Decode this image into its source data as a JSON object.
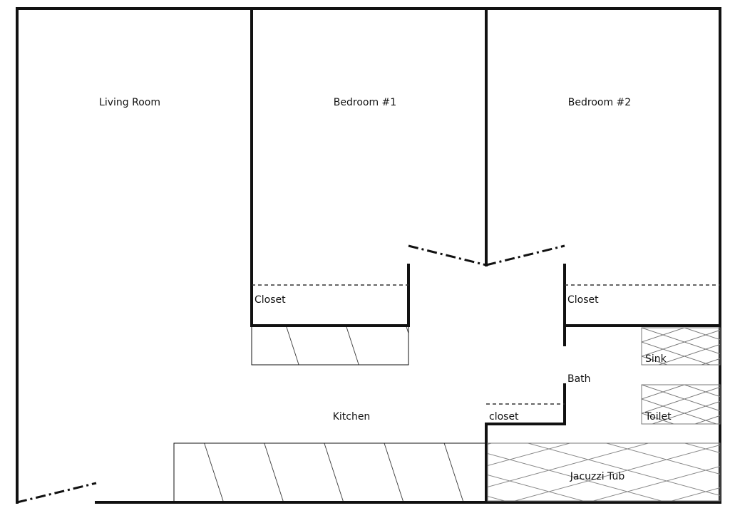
{
  "labels": {
    "living_room": "Living Room",
    "bedroom1": "Bedroom #1",
    "bedroom2": "Bedroom #2",
    "closet1": "Closet",
    "closet2": "Closet",
    "kitchen": "Kitchen",
    "bath": "Bath",
    "small_closet": "closet",
    "sink": "Sink",
    "toilet": "Toilet",
    "tub": "Jacuzzi Tub"
  }
}
